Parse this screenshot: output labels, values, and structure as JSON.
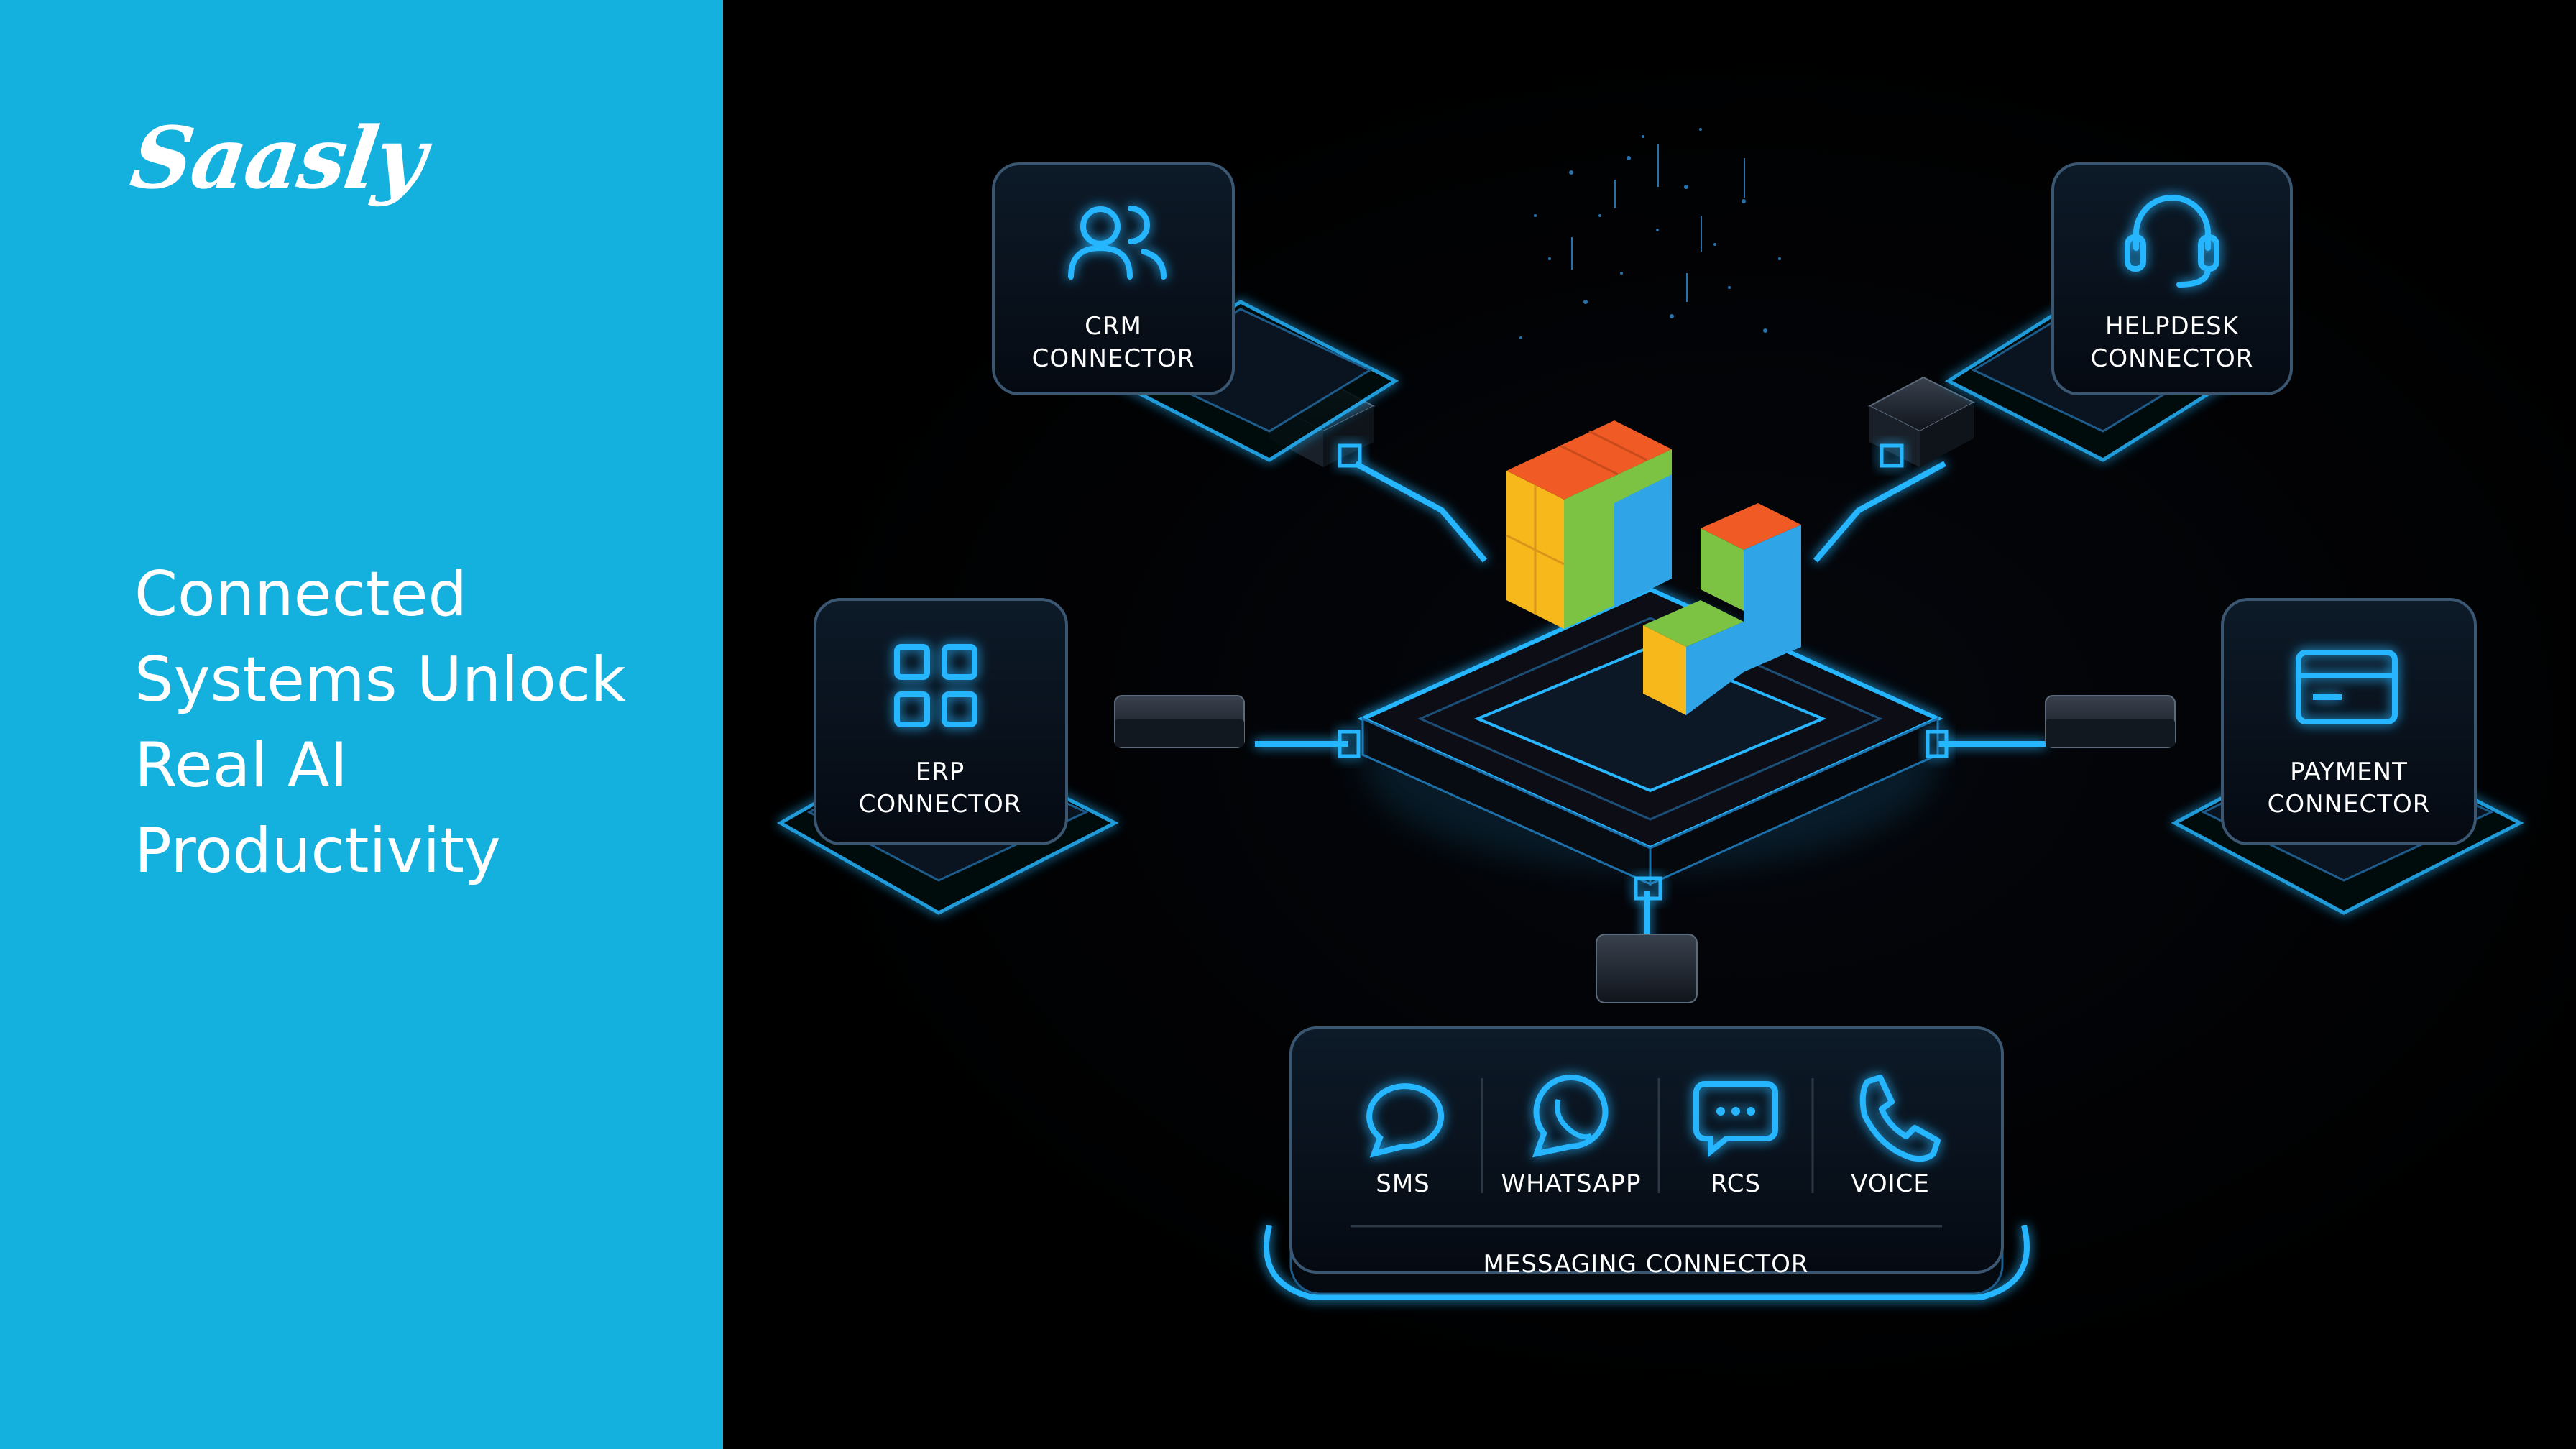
{
  "brand": {
    "logo_text": "Saasly"
  },
  "headline": {
    "lines": [
      "Connected",
      "Systems Unlock",
      "Real AI",
      "Productivity"
    ]
  },
  "colors": {
    "left_panel": "#15b1de",
    "glow": "#27b6ff",
    "cube_orange": "#f05a24",
    "cube_yellow": "#f6b81a",
    "cube_green": "#7cc243",
    "cube_blue": "#2fa4e6"
  },
  "connectors": {
    "crm": {
      "line1": "CRM",
      "line2": "CONNECTOR",
      "icon": "users-icon"
    },
    "helpdesk": {
      "line1": "HELPDESK",
      "line2": "CONNECTOR",
      "icon": "headset-icon"
    },
    "erp": {
      "line1": "ERP",
      "line2": "CONNECTOR",
      "icon": "grid-icon"
    },
    "payment": {
      "line1": "PAYMENT",
      "line2": "CONNECTOR",
      "icon": "credit-card-icon"
    },
    "messaging": {
      "title": "MESSAGING CONNECTOR",
      "channels": [
        {
          "label": "SMS",
          "icon": "chat-bubble-icon"
        },
        {
          "label": "WHATSAPP",
          "icon": "whatsapp-icon"
        },
        {
          "label": "RCS",
          "icon": "message-dots-icon"
        },
        {
          "label": "VOICE",
          "icon": "phone-icon"
        }
      ]
    }
  }
}
